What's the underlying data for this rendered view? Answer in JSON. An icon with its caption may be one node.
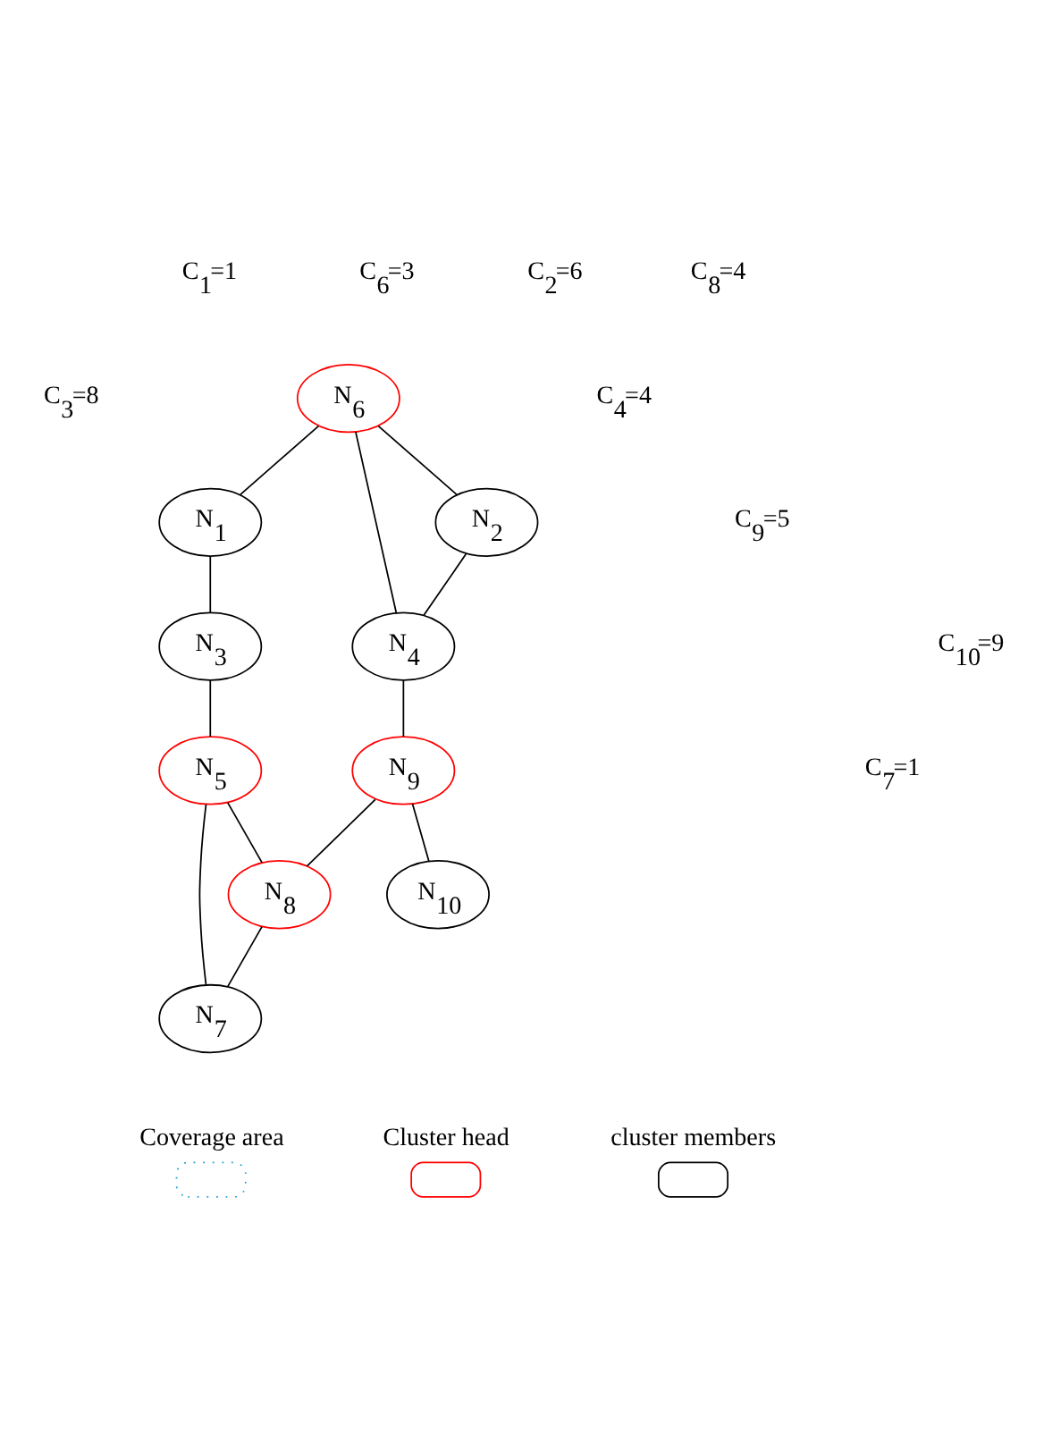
{
  "diagram": {
    "nodes": [
      {
        "text": [
          "N$_{1}$"
        ]
      },
      {
        "text": [
          "N$_{2}$"
        ]
      },
      {
        "text": [
          "N$_{3}$"
        ]
      },
      {
        "text": [
          "N$_{4}$"
        ]
      },
      {
        "text": [
          "N$_{5}$"
        ]
      },
      {
        "text": [
          "N$_{6}$"
        ]
      },
      {
        "text": [
          "N$_{7}$"
        ]
      },
      {
        "text": [
          "N$_{8}$"
        ]
      },
      {
        "text": [
          "N$_{9}$"
        ]
      },
      {
        "text": [
          "N$_{10}$"
        ]
      }
    ],
    "edges": [
      {
        "from": 5,
        "to": 0,
        "arrow": "none"
      },
      {
        "from": 5,
        "to": 1,
        "arrow": "none"
      },
      {
        "from": 5,
        "to": 3,
        "arrow": "none"
      },
      {
        "from": 1,
        "to": 3,
        "arrow": "none"
      },
      {
        "from": 0,
        "to": 2,
        "arrow": "none"
      },
      {
        "from": 3,
        "to": 8,
        "arrow": "none"
      },
      {
        "from": 2,
        "to": 4,
        "arrow": "none"
      },
      {
        "from": 4,
        "to": 7,
        "arrow": "none"
      },
      {
        "from": 4,
        "to": 6,
        "arrow": "none"
      },
      {
        "from": 7,
        "to": 6,
        "arrow": "none"
      },
      {
        "from": 8,
        "to": 7,
        "arrow": "none"
      },
      {
        "from": 8,
        "to": 9,
        "arrow": "none"
      }
    ],
    "labels": [
      "C$_{6}$=3",
      "C$_{1}$=1",
      "C$_{2}$=6",
      "C$_{3}$=8",
      "C$_{4}$=4",
      "C$_{9}$=5",
      "C$_{7}$=1",
      "C$_{8}$=4",
      "C$_{10}$=9"
    ],
    "legend": [
      {
        "text": "Coverage area"
      },
      {
        "text": "Cluster head"
      },
      {
        "text": "cluster members"
      }
    ]
  }
}
